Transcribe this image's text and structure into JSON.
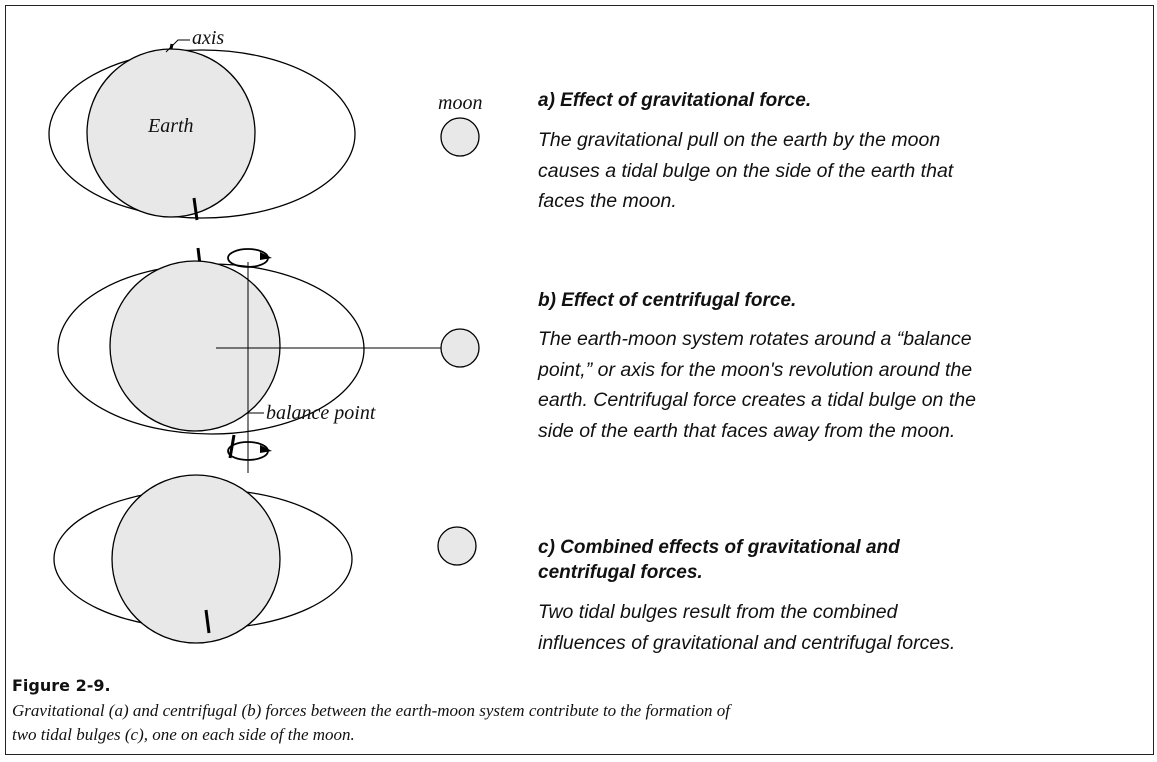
{
  "diagram": {
    "labels": {
      "axis": "axis",
      "earth": "Earth",
      "moon": "moon",
      "balance_point": "balance point"
    },
    "colors": {
      "body_fill": "#e8e8e8",
      "stroke": "#000000"
    }
  },
  "panels": [
    {
      "heading": "a) Effect of gravitational force.",
      "lines": [
        "The gravitational pull on the earth by the moon",
        "causes a tidal bulge on the side of the earth that",
        "faces the moon."
      ]
    },
    {
      "heading": "b) Effect of centrifugal force.",
      "lines": [
        "The earth-moon system rotates around a “balance",
        "point,” or axis for the moon's revolution around the",
        "earth. Centrifugal force creates a tidal bulge on the",
        "side of the earth that faces away from the moon."
      ]
    },
    {
      "heading_lines": [
        "c) Combined effects of gravitational and",
        "centrifugal forces."
      ],
      "lines": [
        "Two tidal bulges result from the combined",
        "influences of gravitational and centrifugal forces."
      ]
    }
  ],
  "figure": {
    "number": "Figure 2-9.",
    "caption_lines": [
      "Gravitational (a) and centrifugal (b) forces between the earth-moon system contribute to the formation of",
      "two tidal bulges (c), one on each side of the moon."
    ]
  }
}
